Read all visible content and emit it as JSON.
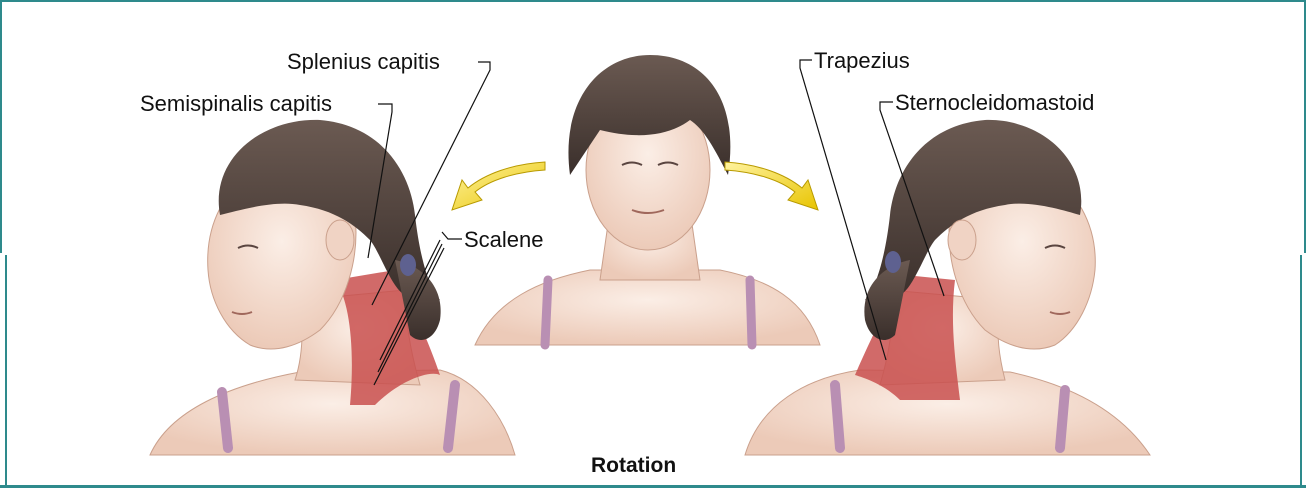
{
  "labels": {
    "splenius_capitis": "Splenius capitis",
    "semispinalis_capitis": "Semispinalis capitis",
    "scalene": "Scalene",
    "trapezius": "Trapezius",
    "sternocleidomastoid": "Sternocleidomastoid"
  },
  "caption": "Rotation",
  "colors": {
    "frame": "#2e8a8c",
    "muscle": "#c9504f",
    "skin": "#f6e2d6",
    "hair": "#4a3d38",
    "strap": "#b98fb3",
    "arrow": "#f0d41e"
  }
}
